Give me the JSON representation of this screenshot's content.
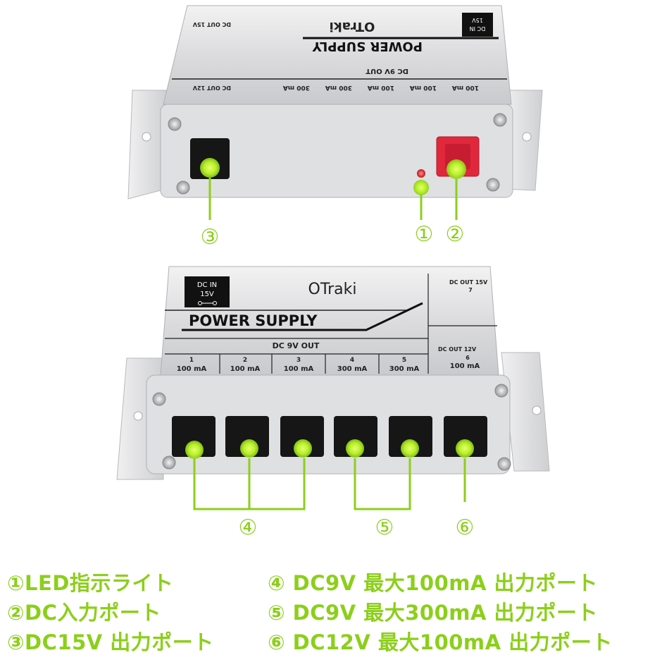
{
  "device": {
    "brand": "OTraki",
    "product_label": "POWER SUPPLY",
    "dc_in": {
      "line1": "DC IN",
      "line2": "15V"
    },
    "dc_out_9v": "DC 9V OUT",
    "ports": [
      {
        "num": "1",
        "current": "100 mA"
      },
      {
        "num": "2",
        "current": "100 mA"
      },
      {
        "num": "3",
        "current": "100 mA"
      },
      {
        "num": "4",
        "current": "300 mA"
      },
      {
        "num": "5",
        "current": "300 mA"
      },
      {
        "num": "6",
        "current": "100 mA",
        "label": "DC OUT 12V"
      },
      {
        "num": "7",
        "label": "DC OUT 15V"
      }
    ]
  },
  "callouts": {
    "c1": "①",
    "c2": "②",
    "c3": "③",
    "c4": "④",
    "c5": "⑤",
    "c6": "⑥"
  },
  "legend": [
    "①LED指示ライト",
    "②DC入力ポート",
    "③DC15V 出力ポート",
    "④ DC9V 最大100mA 出力ポート",
    "⑤ DC9V 最大300mA 出力ポート",
    "⑥ DC12V 最大100mA 出力ポート"
  ],
  "colors": {
    "accent_green": "#8ccf1a",
    "glow_green": "#c8f53a",
    "led_red": "#e0282b",
    "housing": "#e2e3e5",
    "jack_black": "#161616",
    "dc_in_jack": "#e0283c"
  },
  "icons": [
    "polarity-symbol-icon",
    "led-indicator-icon",
    "dc-jack-icon",
    "mounting-screw-icon"
  ]
}
